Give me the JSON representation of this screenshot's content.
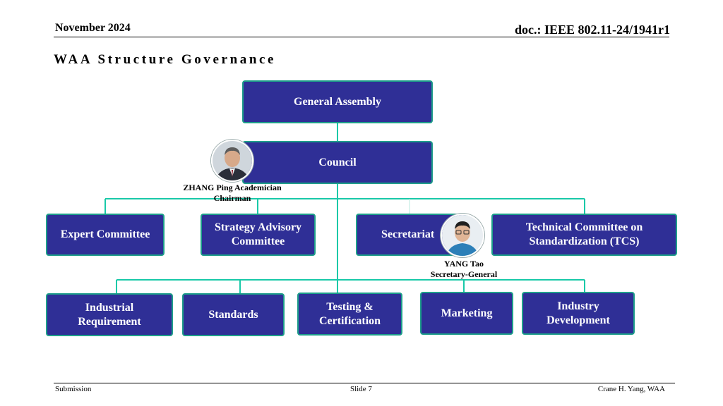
{
  "header": {
    "date": "November 2024",
    "doc": "doc.: IEEE 802.11-24/1941r1"
  },
  "title": "WAA Structure Governance",
  "org": {
    "general_assembly": "General Assembly",
    "council": "Council",
    "committees": {
      "expert": "Expert Committee",
      "strategy": [
        "Strategy Advisory",
        "Committee"
      ],
      "secretariat": "Secretariat",
      "tcs": [
        "Technical Committee on",
        "Standardization (TCS)"
      ]
    },
    "departments": {
      "industrial": [
        "Industrial",
        "Requirement"
      ],
      "standards": "Standards",
      "testing": [
        "Testing &",
        "Certification"
      ],
      "marketing": "Marketing",
      "industry": [
        "Industry",
        "Development"
      ]
    },
    "chairman": {
      "name": "ZHANG Ping Academician",
      "role": "Chairman"
    },
    "secretary": {
      "name": "YANG Tao",
      "role": "Secretary-General"
    }
  },
  "colors": {
    "box_fill": "#2f2f96",
    "box_border": "#1e9e8a",
    "connector": "#19c9a8"
  },
  "footer": {
    "left": "Submission",
    "center": "Slide 7",
    "right": "Crane H. Yang, WAA"
  }
}
